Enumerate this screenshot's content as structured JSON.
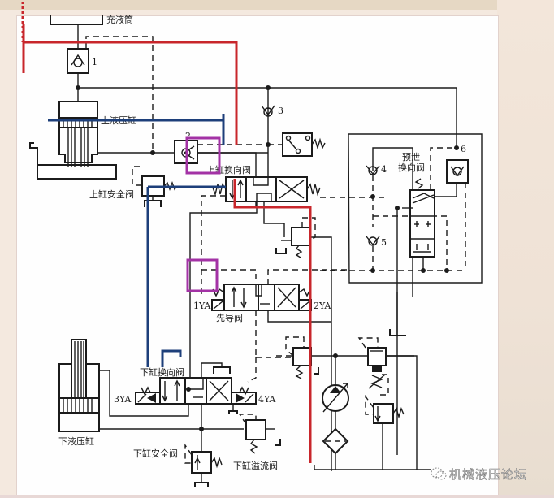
{
  "diagram": {
    "title": "Hydraulic press circuit",
    "labels": {
      "fill_tank": "充液筒",
      "upper_cylinder": "上液压缸",
      "upper_safety_valve": "上缸安全阀",
      "upper_directional_valve": "上缸换向阀",
      "pre_relief_valve_line1": "预泄",
      "pre_relief_valve_line2": "换向阀",
      "pilot_valve": "先导阀",
      "lower_directional_valve": "下缸换向阀",
      "lower_cylinder": "下液压缸",
      "lower_safety_valve": "下缸安全阀",
      "lower_overflow_valve": "下缸溢流阀"
    },
    "solenoids": [
      "1YA",
      "2YA",
      "3YA",
      "4YA"
    ],
    "component_numbers": [
      "1",
      "2",
      "3",
      "4",
      "5",
      "6"
    ],
    "annotation_colors": {
      "red_path": "#c8262b",
      "blue_path": "#1d3f7a",
      "purple_highlight": "#a332a5"
    }
  },
  "watermark": {
    "text": "机械液压论坛",
    "icon": "wechat-icon"
  }
}
